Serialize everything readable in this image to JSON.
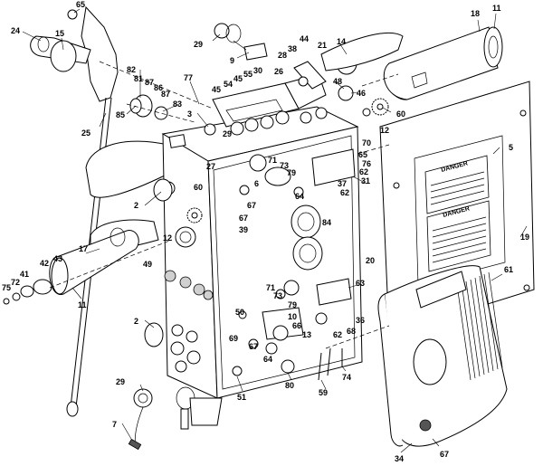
{
  "callouts": [
    "65",
    "24",
    "15",
    "18",
    "11",
    "29",
    "9",
    "44",
    "38",
    "28",
    "21",
    "14",
    "77",
    "82",
    "81",
    "87",
    "86",
    "55",
    "54",
    "45",
    "30",
    "26",
    "48",
    "25",
    "85",
    "87",
    "83",
    "3",
    "45",
    "46",
    "60",
    "12",
    "29",
    "71",
    "70",
    "65",
    "76",
    "62",
    "31",
    "27",
    "73",
    "79",
    "6",
    "37",
    "62",
    "64",
    "5",
    "19",
    "60",
    "2",
    "67",
    "67",
    "39",
    "84",
    "2",
    "12",
    "17",
    "49",
    "42",
    "43",
    "41",
    "72",
    "75",
    "11",
    "20",
    "61",
    "71",
    "73",
    "79",
    "63",
    "50",
    "10",
    "66",
    "36",
    "69",
    "67",
    "13",
    "62",
    "68",
    "64",
    "80",
    "74",
    "59",
    "51",
    "29",
    "7",
    "34",
    "67"
  ],
  "warning_labels": [
    "DANGER",
    "DANGER"
  ]
}
